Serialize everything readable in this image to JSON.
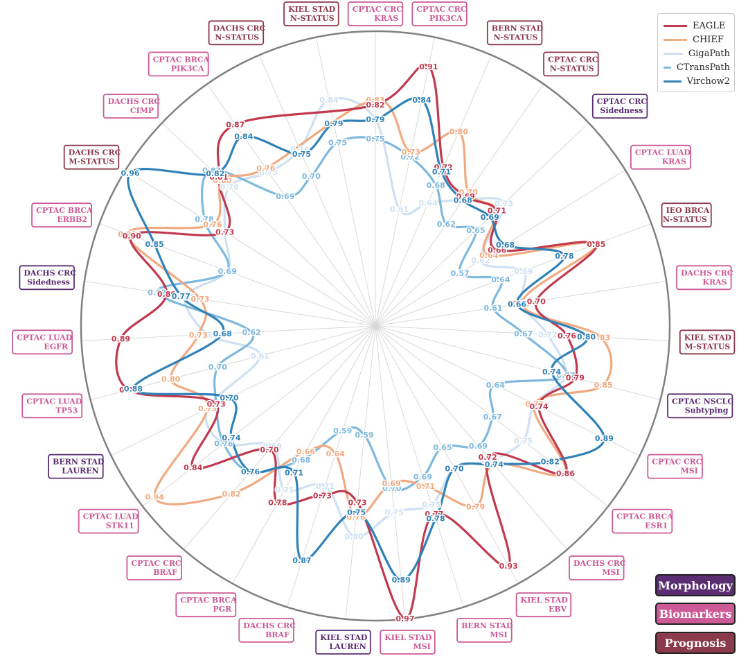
{
  "chart_data": {
    "type": "radar",
    "axes": [
      "CPTAC CRC\nKRAS",
      "CPTAC CRC\nPIK3CA",
      "BERN STAD\nN-STATUS",
      "CPTAC CRC\nN-STATUS",
      "CPTAC CRC\nSidedness",
      "CPTAC LUAD\nKRAS",
      "IEO BRCA\nN-STATUS",
      "DACHS CRC\nKRAS",
      "KIEL STAD\nM-STATUS",
      "CPTAC NSCLC\nSubtyping",
      "CPTAC CRC\nMSI",
      "CPTAC BRCA\nESR1",
      "DACHS CRC\nMSI",
      "KIEL STAD\nEBV",
      "BERN STAD\nMSI",
      "KIEL STAD\nMSI",
      "KIEL STAD\nLAUREN",
      "DACHS CRC\nBRAF",
      "CPTAC BRCA\nPGR",
      "CPTAC CRC\nBRAF",
      "CPTAC LUAD\nSTK11",
      "BERN STAD\nLAUREN",
      "CPTAC LUAD\nTP53",
      "CPTAC LUAD\nEGFR",
      "DACHS CRC\nSidedness",
      "CPTAC BRCA\nERBB2",
      "DACHS CRC\nM-STATUS",
      "DACHS CRC\nCIMP",
      "CPTAC BRCA\nPIK3CA",
      "DACHS CRC\nN-STATUS",
      "KIEL STAD\nN-STATUS"
    ],
    "axis_category": [
      "Biomarkers",
      "Biomarkers",
      "Prognosis",
      "Prognosis",
      "Morphology",
      "Biomarkers",
      "Prognosis",
      "Biomarkers",
      "Prognosis",
      "Morphology",
      "Biomarkers",
      "Biomarkers",
      "Biomarkers",
      "Biomarkers",
      "Biomarkers",
      "Biomarkers",
      "Morphology",
      "Biomarkers",
      "Biomarkers",
      "Biomarkers",
      "Biomarkers",
      "Morphology",
      "Biomarkers",
      "Biomarkers",
      "Morphology",
      "Biomarkers",
      "Prognosis",
      "Biomarkers",
      "Biomarkers",
      "Prognosis",
      "Prognosis"
    ],
    "series": [
      {
        "name": "EAGLE",
        "color": "#c0394f",
        "values": [
          0.82,
          0.91,
          0.72,
          0.69,
          0.71,
          0.66,
          0.85,
          0.7,
          0.76,
          0.79,
          0.74,
          0.86,
          0.72,
          0.93,
          0.77,
          0.97,
          0.73,
          0.73,
          0.78,
          0.7,
          0.84,
          0.73,
          0.89,
          0.89,
          0.8,
          0.9,
          0.73,
          0.81,
          0.87,
          null,
          null
        ]
      },
      {
        "name": "CHIEF",
        "color": "#f0aa82",
        "values": [
          0.83,
          0.73,
          0.8,
          0.7,
          0.71,
          0.64,
          0.85,
          0.67,
          0.83,
          0.85,
          0.73,
          0.86,
          0.74,
          0.79,
          0.71,
          0.69,
          0.76,
          0.64,
          0.66,
          0.82,
          0.94,
          0.75,
          0.8,
          0.73,
          0.73,
          0.91,
          0.76,
          0.8,
          0.76,
          null,
          null
        ]
      },
      {
        "name": "GigaPath",
        "color": "#cfe0f2",
        "values": [
          0.79,
          0.61,
          0.64,
          0.68,
          0.73,
          0.62,
          0.69,
          0.67,
          0.72,
          0.77,
          0.73,
          0.75,
          0.73,
          0.7,
          0.75,
          0.75,
          0.8,
          0.71,
          0.75,
          0.69,
          0.76,
          0.75,
          0.61,
          0.71,
          0.76,
          0.69,
          0.73,
          0.78,
          0.75,
          0.76,
          0.84
        ]
      },
      {
        "name": "CTransPath",
        "color": "#7fb8de",
        "values": [
          0.75,
          0.72,
          0.68,
          0.62,
          0.65,
          0.57,
          0.64,
          0.61,
          0.67,
          0.77,
          0.64,
          0.67,
          0.69,
          0.65,
          0.69,
          0.7,
          0.59,
          0.59,
          0.68,
          0.76,
          0.76,
          0.73,
          0.7,
          0.62,
          0.82,
          0.69,
          0.78,
          0.83,
          0.69,
          0.7,
          0.75
        ]
      },
      {
        "name": "Virchow2",
        "color": "#2f81b7",
        "values": [
          0.79,
          0.84,
          0.71,
          0.68,
          0.69,
          0.68,
          0.78,
          0.66,
          0.8,
          0.74,
          0.89,
          0.82,
          0.74,
          0.7,
          0.78,
          0.89,
          0.75,
          0.87,
          0.71,
          0.76,
          0.74,
          0.7,
          0.88,
          0.68,
          0.77,
          0.85,
          0.96,
          0.82,
          0.84,
          0.75,
          0.79
        ]
      }
    ],
    "legend": [
      "EAGLE",
      "CHIEF",
      "GigaPath",
      "CTransPath",
      "Virchow2"
    ],
    "legend_position": "top-right"
  },
  "categories": [
    {
      "name": "Morphology",
      "color": "#5a2d72"
    },
    {
      "name": "Biomarkers",
      "color": "#cc5a96"
    },
    {
      "name": "Prognosis",
      "color": "#8b3a4b"
    }
  ]
}
